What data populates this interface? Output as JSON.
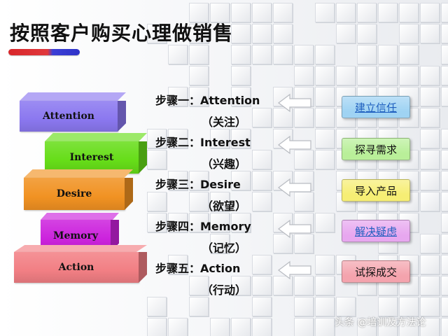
{
  "title": "按照客户购买心理做销售",
  "colors": {
    "accent_red": "#d8262a",
    "accent_blue": "#3b3fd6",
    "link": "#1f5fbf"
  },
  "blocks": [
    {
      "label": "Attention",
      "color": "#8b78f0"
    },
    {
      "label": "Interest",
      "color": "#66dd18"
    },
    {
      "label": "Desire",
      "color": "#f19222"
    },
    {
      "label": "Memory",
      "color": "#cc22dd"
    },
    {
      "label": "Action",
      "color": "#f27f84"
    }
  ],
  "steps": [
    {
      "label": "步骤一：Attention",
      "sub": "（关注）"
    },
    {
      "label": "步骤二：Interest",
      "sub": "（兴趣）"
    },
    {
      "label": "步骤三：Desire",
      "sub": "（欲望）"
    },
    {
      "label": "步骤四：Memory",
      "sub": "（记忆）"
    },
    {
      "label": "步骤五：Action",
      "sub": "（行动）"
    }
  ],
  "actions": [
    {
      "label": "建立信任",
      "color": "#9fd3f3",
      "link": true
    },
    {
      "label": "探寻需求",
      "color": "#b9ef99",
      "link": false
    },
    {
      "label": "导入产品",
      "color": "#f6ee74",
      "link": false
    },
    {
      "label": "解决疑虑",
      "color": "#e7a7ef",
      "link": true
    },
    {
      "label": "试探成交",
      "color": "#f4a3ad",
      "link": false
    }
  ],
  "watermark": "头条 @培训及方法论"
}
